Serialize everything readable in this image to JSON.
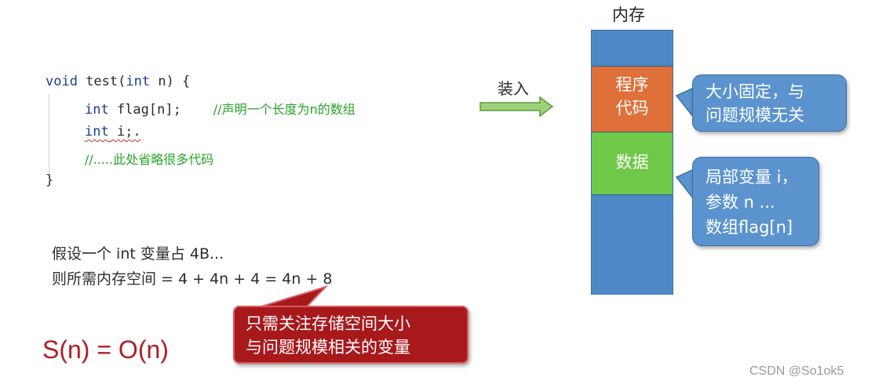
{
  "code": {
    "line1_kw": "void",
    "line1_rest": " test(",
    "line1_kw2": "int",
    "line1_tail": " n) {",
    "line2_kw": "int",
    "line2_rest": " flag[n];    ",
    "line2_comment": "//声明一个长度为n的数组",
    "line3_kw": "int",
    "line3_rest": " i;.",
    "line4_comment": "//.....此处省略很多代码",
    "line5": "}"
  },
  "assumption": {
    "line1": "假设一个 int 变量占 4B...",
    "line2": "则所需内存空间 = 4 + 4n + 4 = 4n + 8"
  },
  "complexity": "S(n) = O(n)",
  "red_callout": {
    "line1": "只需关注存储空间大小",
    "line2": "与问题规模相关的变量"
  },
  "arrow_label": "装入",
  "memory": {
    "title": "内存",
    "program_code_line1": "程序",
    "program_code_line2": "代码",
    "data": "数据"
  },
  "callout_code": {
    "line1": "大小固定，与",
    "line2": "问题规模无关"
  },
  "callout_data": {
    "line1": "局部变量 i，",
    "line2": "参数 n ...",
    "line3": "数组flag[n]"
  },
  "watermark": "CSDN @So1ok5",
  "colors": {
    "keyword": "#1a3d8f",
    "comment": "#28a428",
    "red": "#b01e23",
    "memory_blue": "#4f87c6",
    "memory_orange": "#e0703a",
    "memory_green": "#6fc847",
    "arrow_green": "#9fd17b"
  }
}
